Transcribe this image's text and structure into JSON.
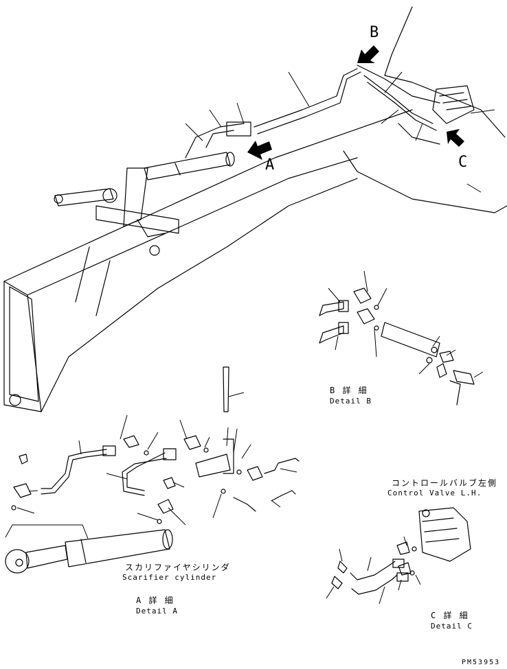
{
  "callouts": {
    "a": "A",
    "b": "B",
    "c": "C"
  },
  "details": {
    "b": {
      "jp": "B 詳 細",
      "en": "Detail B"
    },
    "a": {
      "jp": "A 詳 細",
      "en": "Detail A"
    },
    "c": {
      "jp": "C 詳 細",
      "en": "Detail C"
    }
  },
  "component_labels": {
    "control_valve_jp": "コントロールバルブ左側",
    "control_valve_en": "Control Valve L.H.",
    "scarifier_cylinder_jp": "スカリファイヤシリンダ",
    "scarifier_cylinder_en": "Scarifier cylinder"
  },
  "drawing_code": "PM53953"
}
